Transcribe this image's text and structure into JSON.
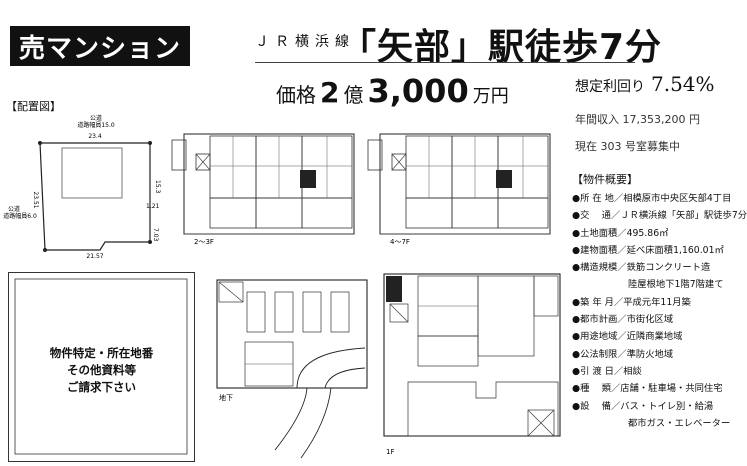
{
  "banner": "売マンション",
  "line": "ＪＲ横浜線",
  "station_title": "「矢部」駅徒歩7分",
  "price": {
    "label": "価格",
    "oku": "2",
    "oku_unit": "億",
    "man": "3,000",
    "man_unit": "万円"
  },
  "yield": {
    "label": "想定利回り",
    "value": "7.54%"
  },
  "income": "年間収入 17,353,200 円",
  "vacancy": "現在 303 号室募集中",
  "site_plan": {
    "label": "【配置図】",
    "road_top_1": "公道",
    "road_top_2": "道路幅員15.0",
    "road_left_1": "公道",
    "road_left_2": "道路幅員6.0",
    "dim_top": "23.4",
    "dim_left": "23.51",
    "dim_right": "15.3",
    "dim_right2": "1.21",
    "dim_right3": "7.03",
    "dim_bottom": "21.57"
  },
  "floor_labels": {
    "f2_3": "2～3F",
    "f4_7": "4～7F",
    "basement": "地下",
    "f1": "1F"
  },
  "notice": [
    "物件特定・所在地番",
    "その他資料等",
    "ご請求下さい"
  ],
  "overview": {
    "title": "【物件概要】",
    "rows": [
      "●所 在 地／相模原市中央区矢部4丁目",
      "●交　 通／ＪＲ横浜線「矢部」駅徒歩7分",
      "●土地面積／495.86㎡",
      "●建物面積／延べ床面積1,160.01㎡",
      "●構造規模／鉄筋コンクリート造",
      "陸屋根地下1階7階建て",
      "●築 年 月／平成元年11月築",
      "●都市計画／市街化区域",
      "●用途地域／近隣商業地域",
      "●公法制限／準防火地域",
      "●引 渡 日／相談",
      "●種　 類／店舗・駐車場・共同住宅",
      "●設　 備／バス・トイレ別・給湯",
      "都市ガス・エレベーター"
    ]
  }
}
